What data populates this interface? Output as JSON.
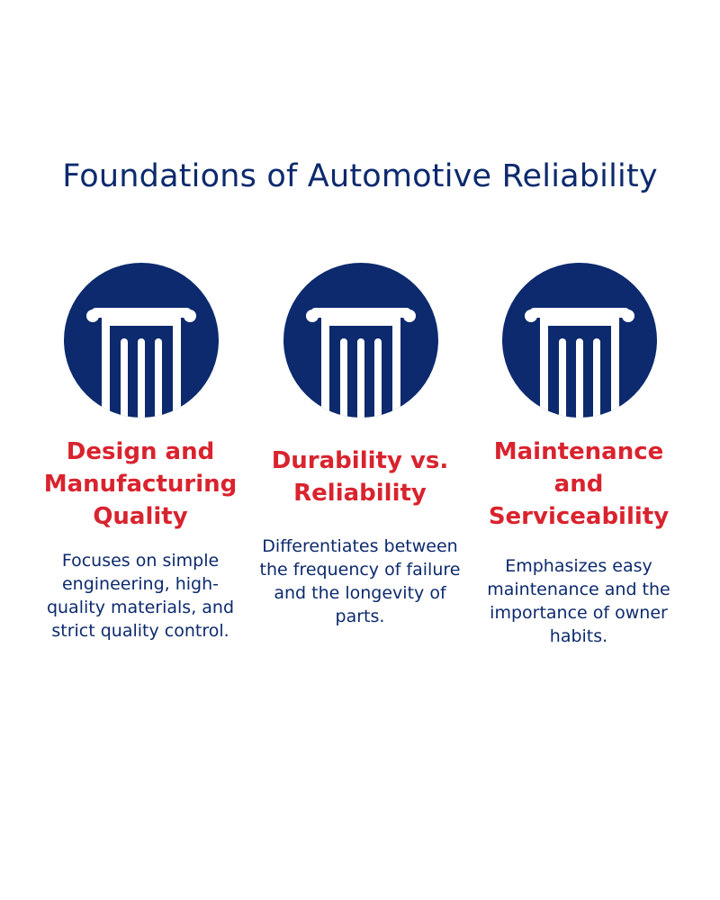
{
  "title": "Foundations of Automotive Reliability",
  "colors": {
    "navy": "#0c2a6d",
    "red": "#d9232e",
    "background": "#ffffff"
  },
  "pillars": [
    {
      "icon": "pillar-icon",
      "title": "Design and Manufacturing Quality",
      "description": "Focuses on simple engineering, high-quality materials, and strict quality control."
    },
    {
      "icon": "pillar-icon",
      "title": "Durability vs. Reliability",
      "description": "Differentiates between the frequency of failure and the longevity of parts."
    },
    {
      "icon": "pillar-icon",
      "title": "Maintenance and Serviceability",
      "description": "Emphasizes easy maintenance and the importance of owner habits."
    }
  ]
}
